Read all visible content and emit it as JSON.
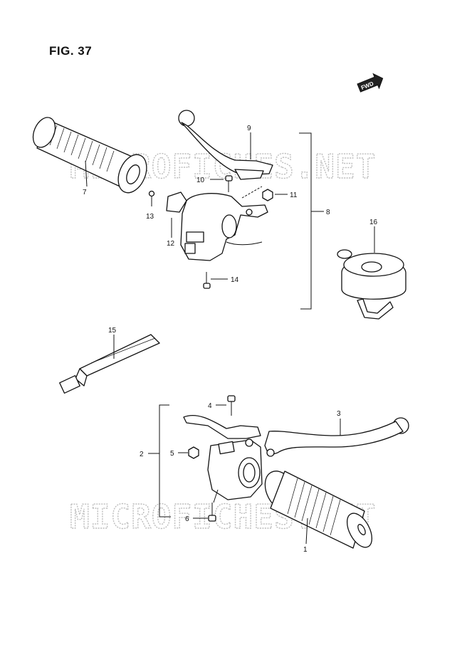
{
  "figure": {
    "title": "FIG. 37",
    "fwd_label": "FWD",
    "watermark": "MICROFICHES.NET"
  },
  "callouts": {
    "c1": "1",
    "c2": "2",
    "c3": "3",
    "c4": "4",
    "c5": "5",
    "c6": "6",
    "c7": "7",
    "c8": "8",
    "c9": "9",
    "c10": "10",
    "c11": "11",
    "c12": "12",
    "c13": "13",
    "c14": "14",
    "c15": "15",
    "c16": "16"
  }
}
